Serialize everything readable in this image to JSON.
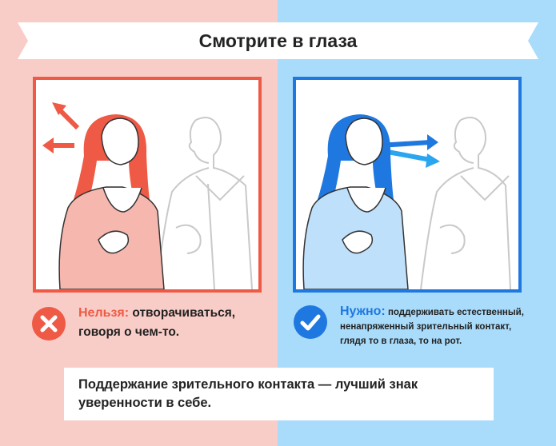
{
  "title": "Смотрите в глаза",
  "colors": {
    "left_bg": "#f9cdc7",
    "right_bg": "#a9dcfb",
    "wrong_accent": "#ee5a45",
    "right_accent": "#1f78e0"
  },
  "left_panel": {
    "icon": "cross-icon",
    "keyword": "Нельзя:",
    "text": " отворачиваться, говоря о чем-то."
  },
  "right_panel": {
    "icon": "check-icon",
    "keyword": "Нужно:",
    "text": " поддерживать естественный, ненапряженный зрительный контакт, глядя то в глаза, то на рот."
  },
  "footer_note": "Поддержание зрительного контакта — лучший знак уверенности в себе."
}
